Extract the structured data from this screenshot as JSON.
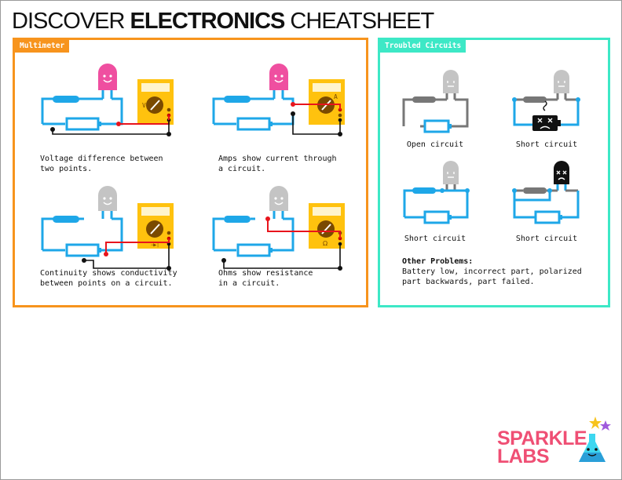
{
  "header": {
    "title_prefix": "DISCOVER ",
    "title_bold": "ELECTRONICS",
    "title_suffix": " CHEATSHEET"
  },
  "panels": {
    "multimeter": {
      "label": "Multimeter",
      "diagrams": [
        {
          "caption": "Voltage difference between\ntwo points.",
          "dial_symbol": "V"
        },
        {
          "caption": "Amps show current through\na circuit.",
          "dial_symbol": "A"
        },
        {
          "caption": "Continuity shows conductivity\nbetween points on a circuit.",
          "dial_symbol": "⊣▶|"
        },
        {
          "caption": "Ohms show resistance\nin a circuit.",
          "dial_symbol": "Ω"
        }
      ]
    },
    "troubled": {
      "label": "Troubled Circuits",
      "diagrams": [
        {
          "caption": "Open circuit"
        },
        {
          "caption": "Short circuit"
        },
        {
          "caption": "Short circuit"
        },
        {
          "caption": "Short circuit"
        }
      ],
      "other_problems_title": "Other Problems:",
      "other_problems_text": "Battery low, incorrect part, polarized\npart backwards, part failed."
    }
  },
  "logo": {
    "line1": "SPARKLE",
    "line2": "LABS"
  },
  "colors": {
    "orange": "#f7941d",
    "teal": "#3de8c6",
    "wire": "#1ea7e8",
    "probe_red": "#e8141c",
    "led_pink": "#ef4fa0",
    "led_off": "#c4c4c4",
    "meter_yellow": "#ffc20e",
    "logo_pink": "#ef4f74"
  },
  "icons": {
    "led": "smiling-led-icon",
    "battery": "battery-icon",
    "resistor": "resistor-icon",
    "multimeter": "multimeter-icon",
    "logo_flask": "flask-icon"
  }
}
